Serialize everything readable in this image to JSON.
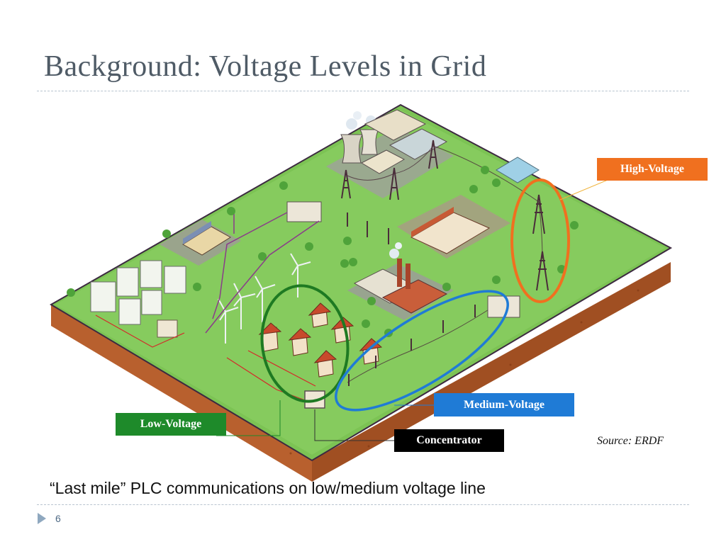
{
  "slide": {
    "title": "Background: Voltage Levels in Grid",
    "caption": "“Last mile” PLC communications on low/medium voltage line",
    "page_number": "6"
  },
  "labels": {
    "high_voltage": "High-Voltage",
    "medium_voltage": "Medium-Voltage",
    "low_voltage": "Low-Voltage",
    "concentrator": "Concentrator"
  },
  "source": "Source: ERDF",
  "colors": {
    "high_voltage": "#f0701f",
    "medium_voltage": "#1f7bd6",
    "low_voltage": "#1e8a2a",
    "concentrator": "#000000",
    "title": "#4f5b66",
    "grass": "#7cc354",
    "soil": "#b8602e"
  }
}
